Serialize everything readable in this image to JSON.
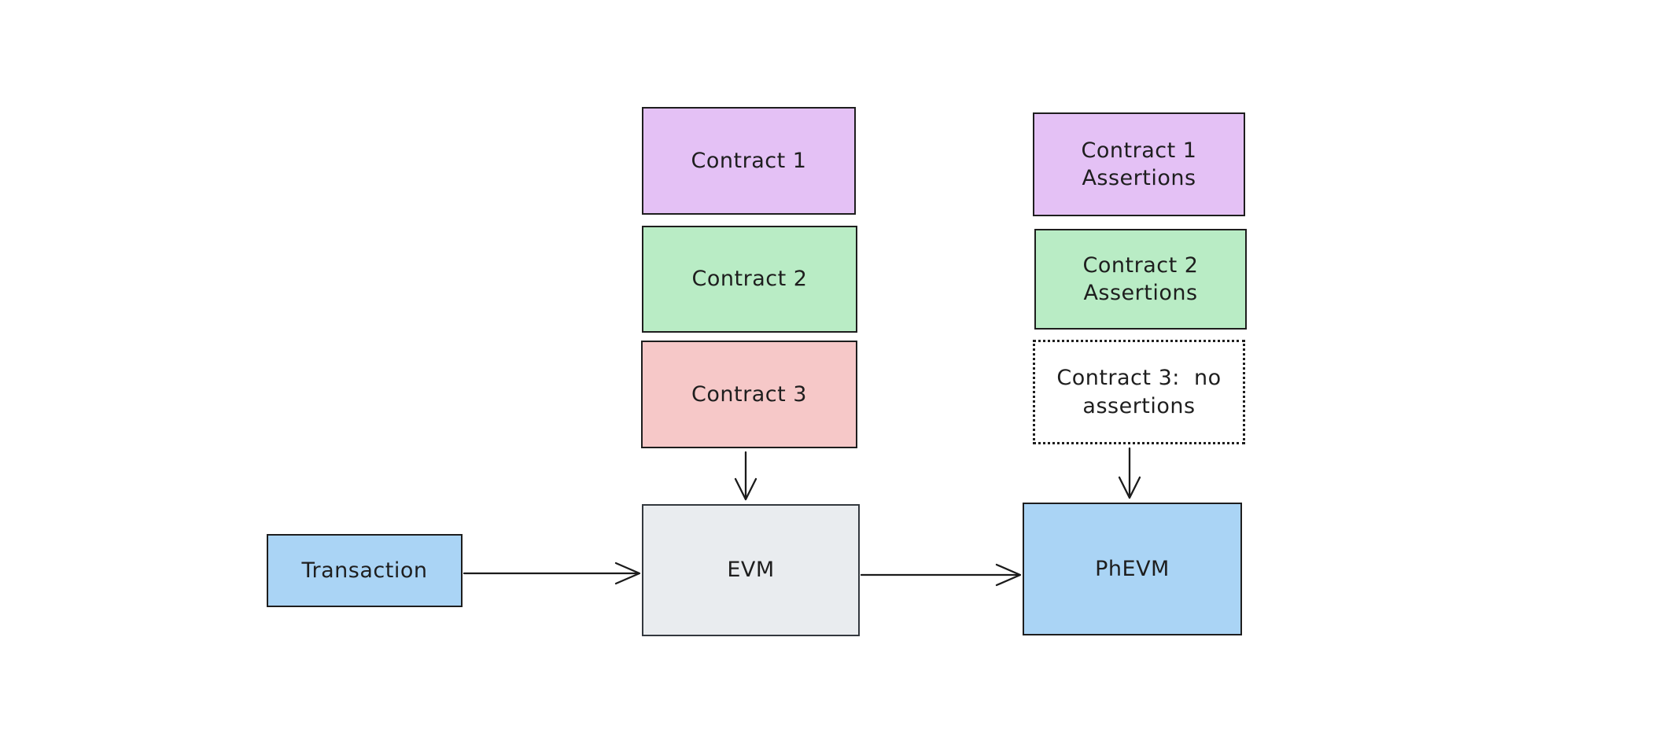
{
  "diagram": {
    "background": "#ffffff",
    "stroke_color": "#1e1e1e",
    "nodes": {
      "contract1": {
        "label": "Contract 1",
        "fill": "#e4c1f5"
      },
      "contract2": {
        "label": "Contract 2",
        "fill": "#b9ecc5"
      },
      "contract3": {
        "label": "Contract 3",
        "fill": "#f6c8c8"
      },
      "contract1_assertions": {
        "label": "Contract 1\nAssertions",
        "fill": "#e4c1f5"
      },
      "contract2_assertions": {
        "label": "Contract 2\nAssertions",
        "fill": "#b9ecc5"
      },
      "contract3_no_assertions": {
        "label": "Contract 3:  no\nassertions",
        "fill": "#ffffff",
        "border_style": "dotted"
      },
      "transaction": {
        "label": "Transaction",
        "fill": "#aad4f5"
      },
      "evm": {
        "label": "EVM",
        "fill": "#e9ecef"
      },
      "phevm": {
        "label": "PhEVM",
        "fill": "#aad4f5"
      }
    },
    "edges": [
      {
        "from": "transaction",
        "to": "evm",
        "arrow": "right"
      },
      {
        "from": "contract3",
        "to": "evm",
        "arrow": "down"
      },
      {
        "from": "evm",
        "to": "phevm",
        "arrow": "right"
      },
      {
        "from": "contract3_no_assertions",
        "to": "phevm",
        "arrow": "down"
      }
    ]
  }
}
